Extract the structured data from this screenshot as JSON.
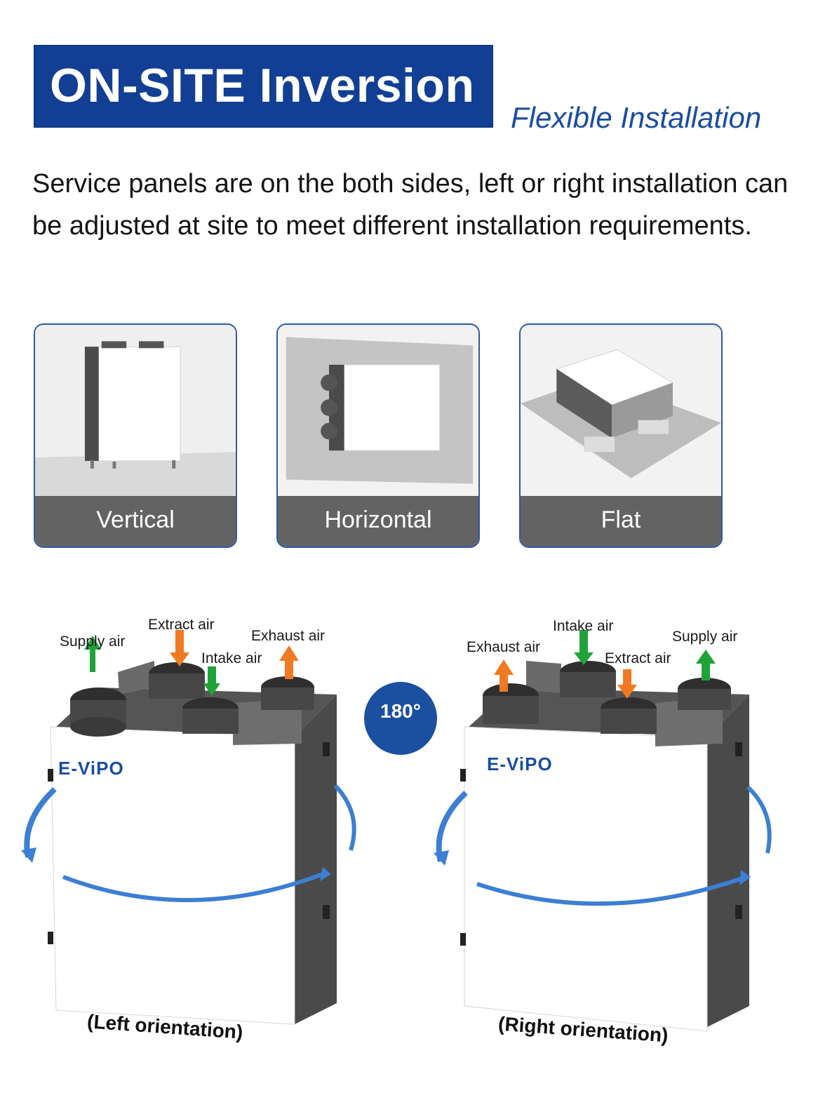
{
  "header": {
    "title": "ON-SITE Inversion",
    "subtitle": "Flexible Installation"
  },
  "description": "Service panels are on the both sides, left or right installation can be adjusted at site to meet different installation requirements.",
  "installation_modes": [
    {
      "label": "Vertical"
    },
    {
      "label": "Horizontal"
    },
    {
      "label": "Flat"
    }
  ],
  "brand": "E-ViPO",
  "rotation_badge": "180°",
  "left_unit": {
    "caption": "(Left orientation)",
    "labels": {
      "supply": "Supply air",
      "extract": "Extract air",
      "intake": "Intake air",
      "exhaust": "Exhaust air"
    }
  },
  "right_unit": {
    "caption": "(Right orientation)",
    "labels": {
      "exhaust": "Exhaust air",
      "intake": "Intake air",
      "extract": "Extract air",
      "supply": "Supply air"
    }
  },
  "colors": {
    "title_bg": "#123f94",
    "accent_blue": "#1a4da0",
    "green_arrow": "#1fa339",
    "orange_arrow": "#f07a22",
    "label_bar": "#636363"
  }
}
